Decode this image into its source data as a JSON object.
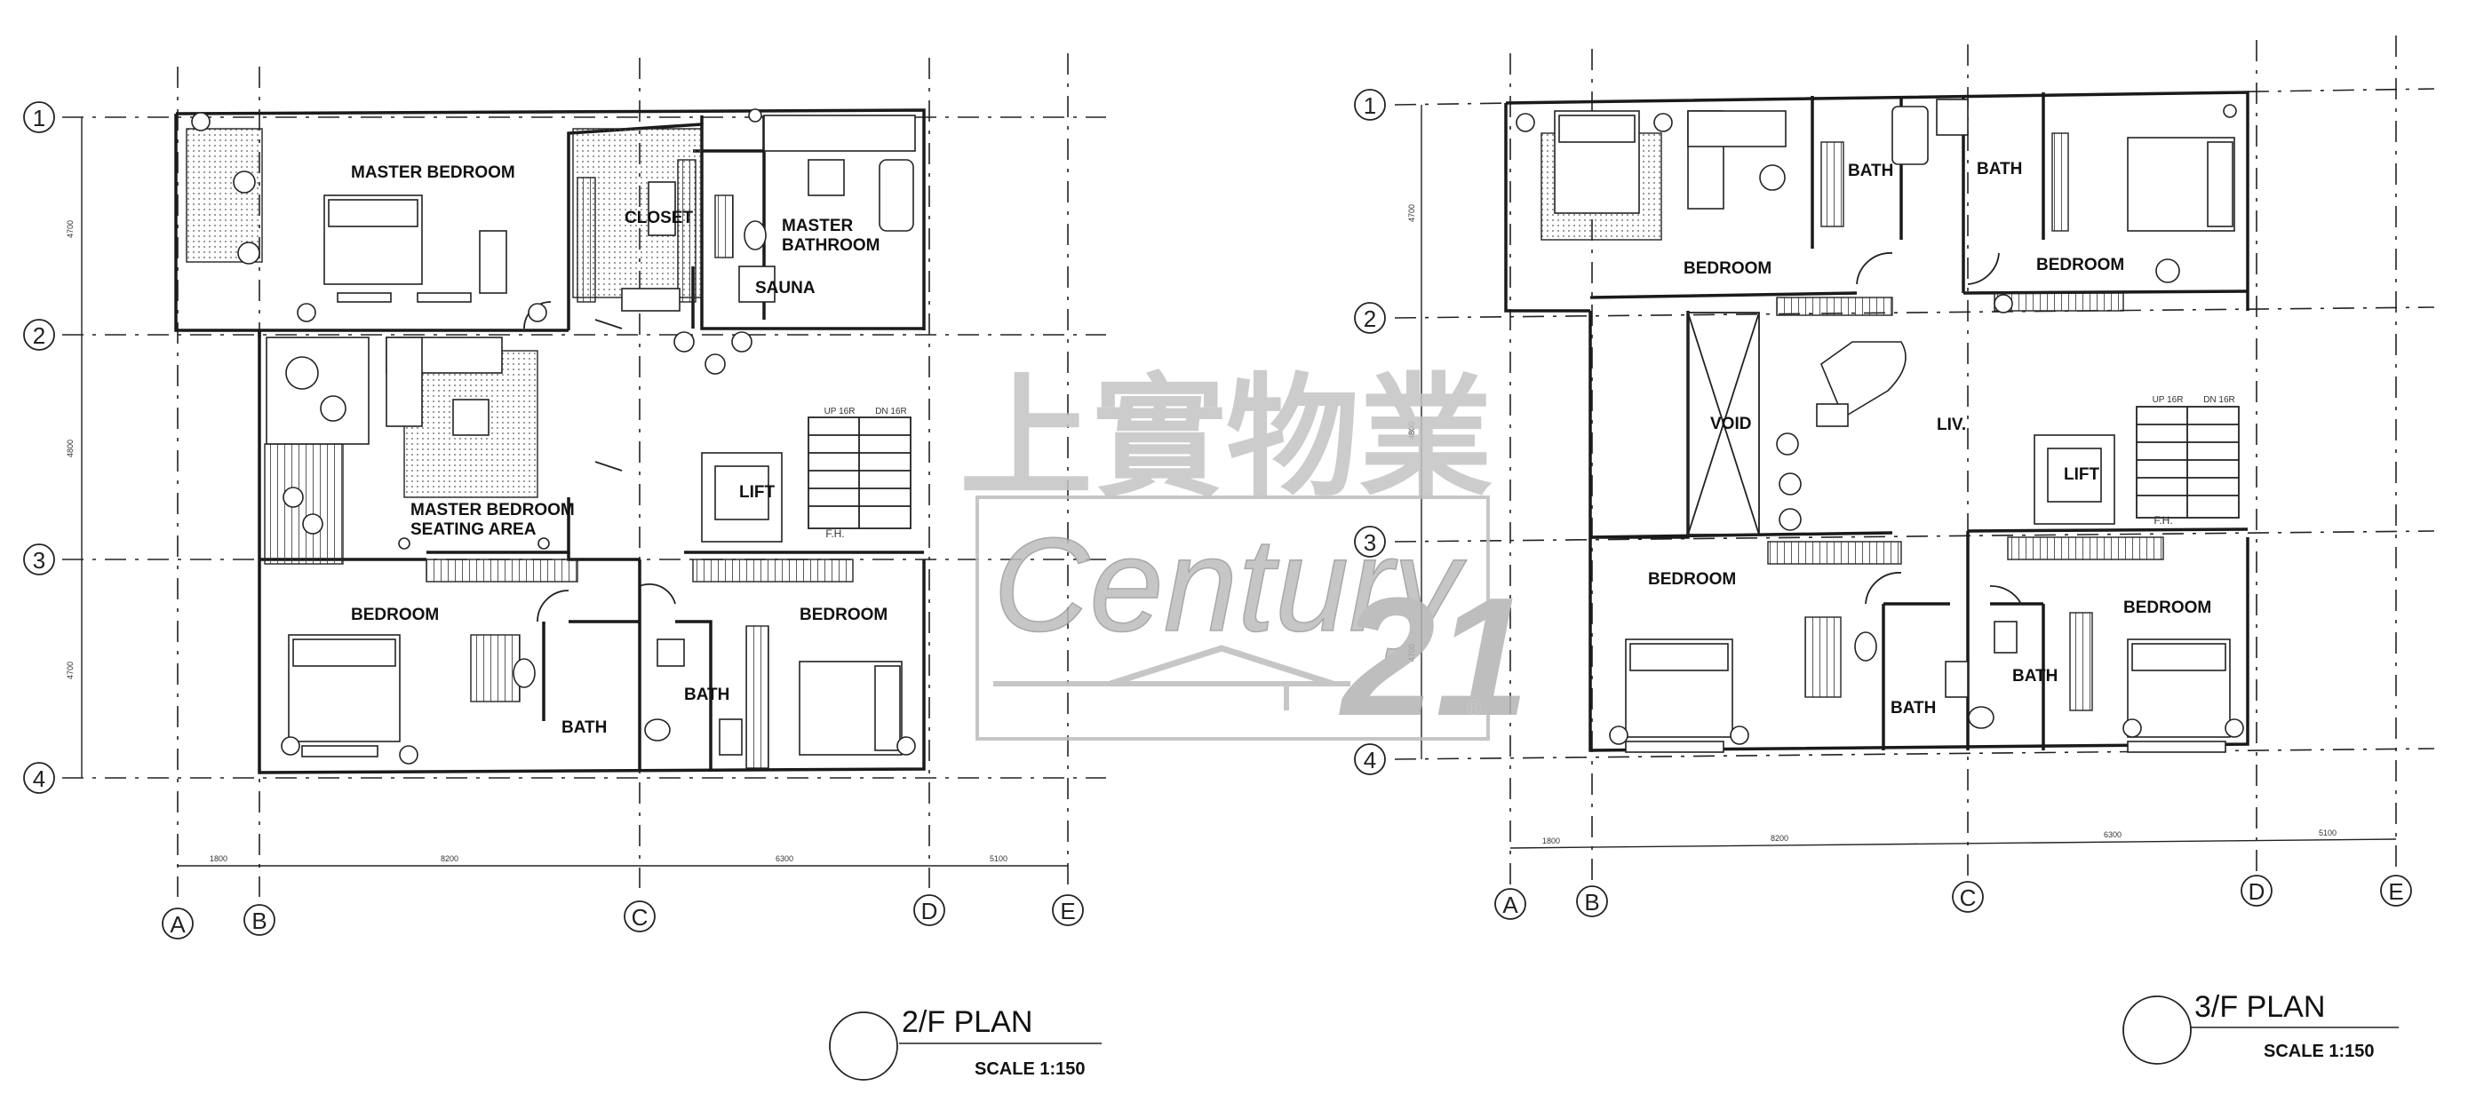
{
  "watermark": {
    "chinese": "上實物業",
    "brand": "Century",
    "brand_number": "21",
    "registered": "®"
  },
  "grid": {
    "rows": [
      "1",
      "2",
      "3",
      "4"
    ],
    "cols": [
      "A",
      "B",
      "C",
      "D",
      "E"
    ]
  },
  "plan_2f": {
    "title": "2/F PLAN",
    "scale": "SCALE 1:150",
    "rooms": {
      "master_bedroom": "MASTER BEDROOM",
      "closet": "CLOSET",
      "master_bathroom_1": "MASTER",
      "master_bathroom_2": "BATHROOM",
      "sauna": "SAUNA",
      "seating_1": "MASTER BEDROOM",
      "seating_2": "SEATING AREA",
      "lift": "LIFT",
      "bedroom_left": "BEDROOM",
      "bedroom_right": "BEDROOM",
      "bath_left": "BATH",
      "bath_right": "BATH",
      "fh": "F.H.",
      "stair_up": "UP 16R",
      "stair_dn": "DN 16R"
    }
  },
  "plan_3f": {
    "title": "3/F PLAN",
    "scale": "SCALE 1:150",
    "rooms": {
      "bedroom_tl": "BEDROOM",
      "bath_1": "BATH",
      "bath_2": "BATH",
      "bedroom_tr": "BEDROOM",
      "void": "VOID",
      "liv": "LIV.",
      "lift": "LIFT",
      "bedroom_bl": "BEDROOM",
      "bedroom_br": "BEDROOM",
      "bath_3": "BATH",
      "bath_4": "BATH",
      "fh": "F.H.",
      "stair_up": "UP 16R",
      "stair_dn": "DN 16R"
    }
  }
}
